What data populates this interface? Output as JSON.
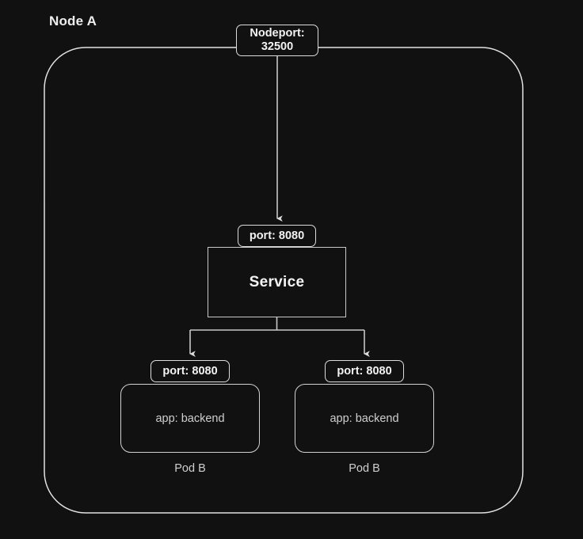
{
  "diagram": {
    "title": "Node A",
    "background_color": "#111111",
    "line_color": "#dcdcdc",
    "text_color": "#f2f2f2",
    "muted_text_color": "#cfcfcf"
  },
  "node": {
    "label": "Node A"
  },
  "nodeport": {
    "line1": "Nodeport:",
    "line2": "32500"
  },
  "service": {
    "port_badge": "port: 8080",
    "label": "Service"
  },
  "pods": [
    {
      "port_badge": "port: 8080",
      "selector": "app: backend",
      "caption": "Pod B"
    },
    {
      "port_badge": "port: 8080",
      "selector": "app: backend",
      "caption": "Pod B"
    }
  ],
  "edges": [
    {
      "from": "nodeport",
      "to": "service-port",
      "arrow": "down"
    },
    {
      "from": "service",
      "to": "pod-left-port",
      "arrow": "down"
    },
    {
      "from": "service",
      "to": "pod-right-port",
      "arrow": "down"
    }
  ]
}
